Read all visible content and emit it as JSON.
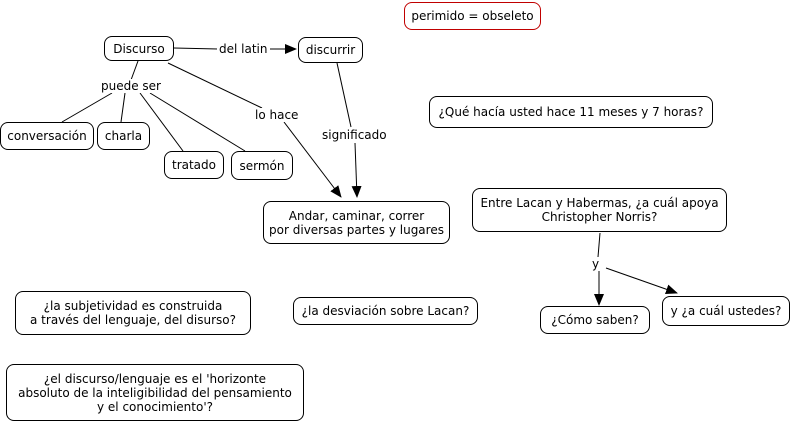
{
  "nodes": {
    "perimido": "perimido = obseleto",
    "discurso": "Discurso",
    "discurrir": "discurrir",
    "pregunta_11_meses": "¿Qué hacía usted hace 11 meses y 7 horas?",
    "conversacion": "conversación",
    "charla": "charla",
    "tratado": "tratado",
    "sermon": "sermón",
    "andar": "Andar, caminar, correr\npor diversas partes y lugares",
    "lacan_habermas": "Entre Lacan y Habermas, ¿a cuál apoya\nChristopher Norris?",
    "subjetividad": "¿la subjetividad es construida\na través del lenguaje, del disurso?",
    "desviacion": "¿la desviación sobre Lacan?",
    "como_saben": "¿Cómo  saben?",
    "cual_ustedes": "y ¿a cuál ustedes?",
    "horizonte": "¿el discurso/lenguaje es el 'horizonte\nabsoluto de la inteligibilidad del pensamiento\ny el conocimiento'?"
  },
  "links": {
    "del_latin": "del latin",
    "puede_ser": "puede ser",
    "lo_hace": "lo hace",
    "significado": "significado",
    "y": "y"
  },
  "colors": {
    "highlight_border": "#c00000",
    "border": "#000000"
  }
}
